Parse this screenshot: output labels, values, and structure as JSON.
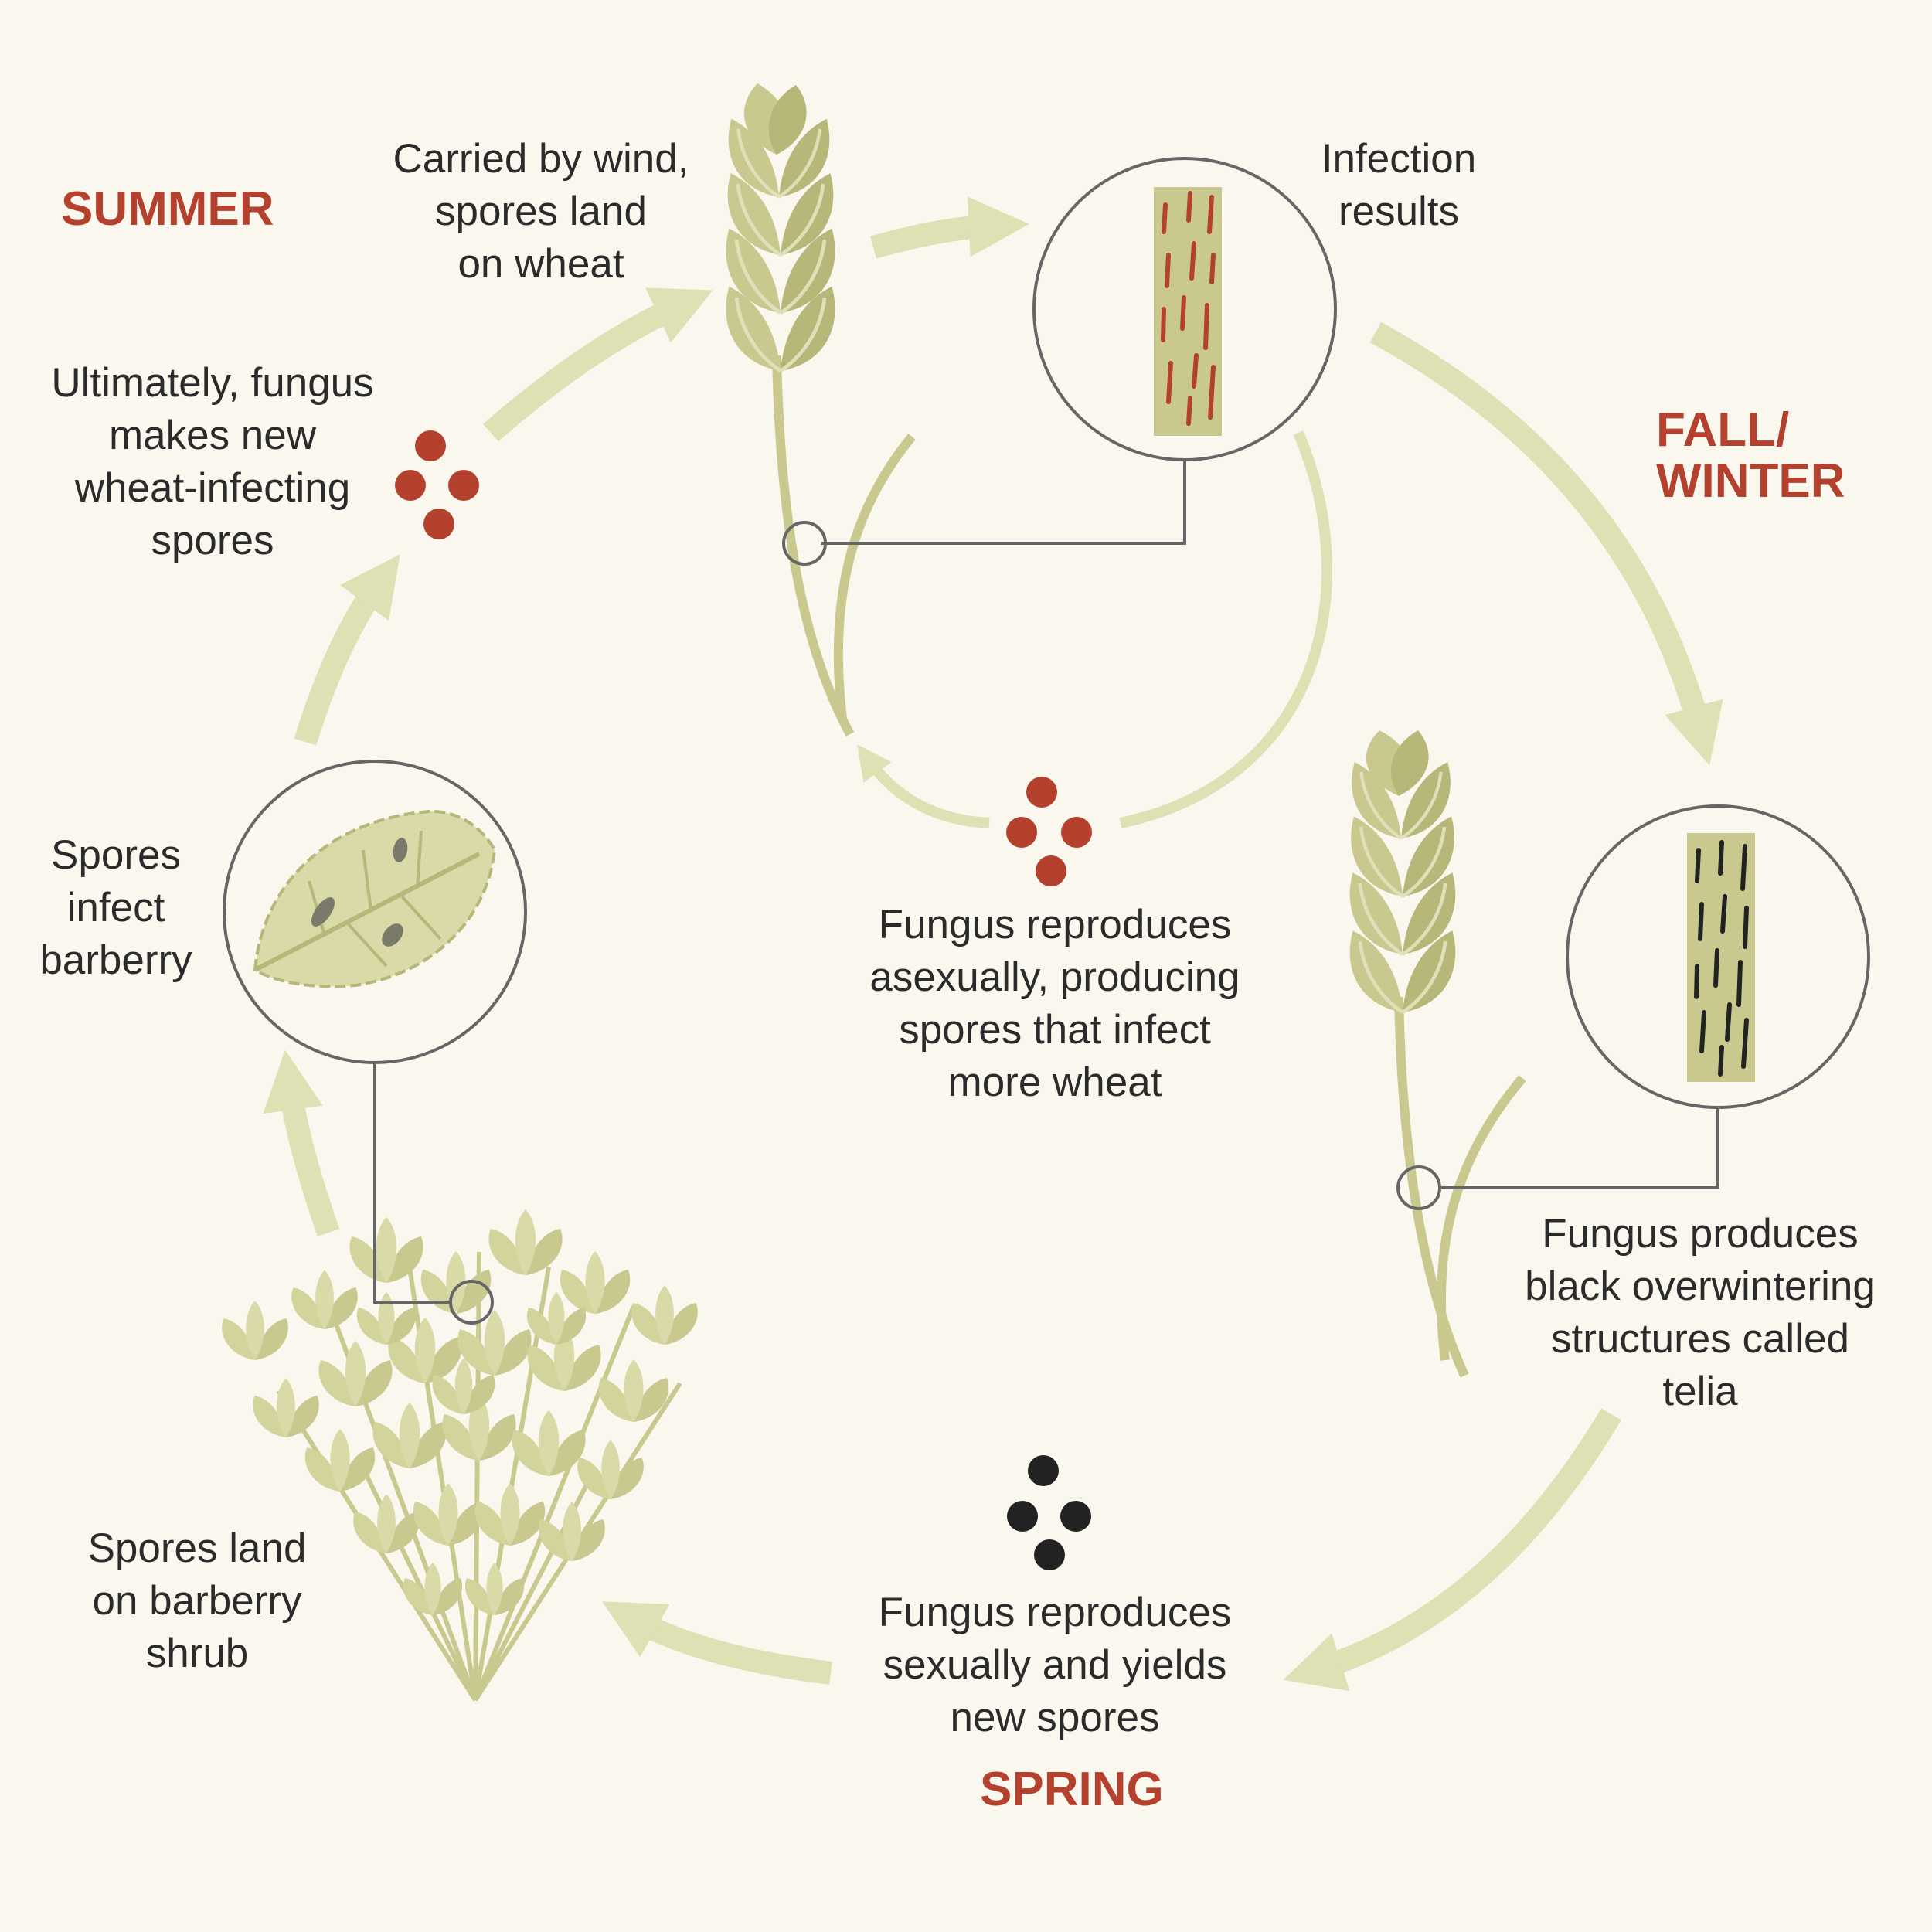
{
  "colors": {
    "background": "#f9f7ee",
    "arrow": "#dfe0b3",
    "plant": "#c9c98f",
    "plant_light": "#dfe0b8",
    "plant_dark": "#b7b77a",
    "accent_red": "#b4412e",
    "spore_black": "#222222",
    "callout_line": "#666666",
    "text": "#2b2b2b"
  },
  "seasons": {
    "summer": "SUMMER",
    "fall_winter": "FALL/\nWINTER",
    "spring": "SPRING"
  },
  "steps": {
    "wind": "Carried by wind,\nspores land\non wheat",
    "infection": "Infection\nresults",
    "asexual": "Fungus reproduces\nasexually, producing\nspores that infect\nmore wheat",
    "telia": "Fungus produces\nblack overwintering\nstructures called\ntelia",
    "sexual": "Fungus reproduces\nsexually and yields\nnew spores",
    "land_barberry": "Spores land\non barberry\nshrub",
    "infect_barberry": "Spores\ninfect\nbarberry",
    "new_spores": "Ultimately, fungus\nmakes new\nwheat-infecting\nspores"
  }
}
